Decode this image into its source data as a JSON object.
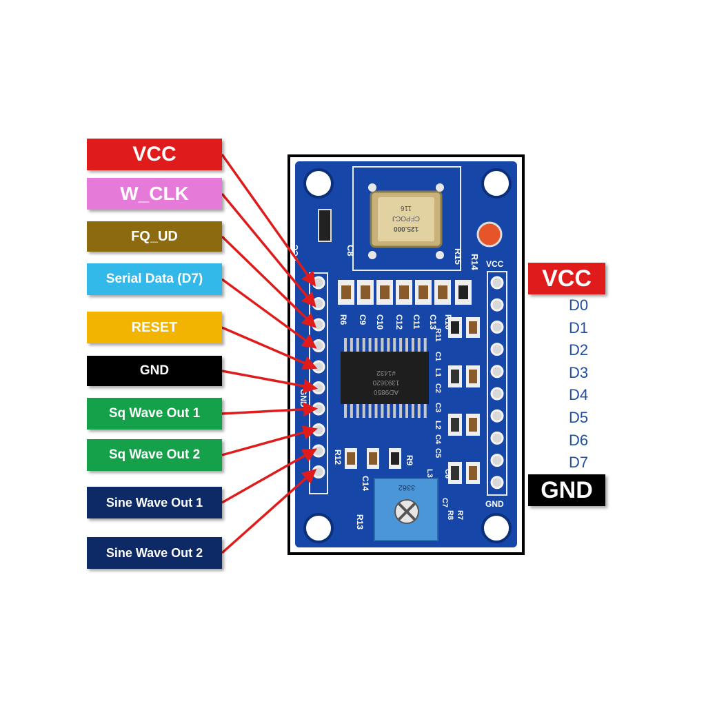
{
  "left_labels": [
    {
      "text": "VCC",
      "bg": "#e01b1b",
      "fg": "#ffffff"
    },
    {
      "text": "W_CLK",
      "bg": "#e67ad8",
      "fg": "#ffffff"
    },
    {
      "text": "FQ_UD",
      "bg": "#8c6a10",
      "fg": "#ffffff"
    },
    {
      "text": "Serial Data (D7)",
      "bg": "#33b8ea",
      "fg": "#ffffff"
    },
    {
      "text": "RESET",
      "bg": "#f2b400",
      "fg": "#ffffff"
    },
    {
      "text": "GND",
      "bg": "#000000",
      "fg": "#ffffff"
    },
    {
      "text": "Sq Wave Out 1",
      "bg": "#15a04a",
      "fg": "#ffffff"
    },
    {
      "text": "Sq Wave Out 2",
      "bg": "#15a04a",
      "fg": "#ffffff"
    },
    {
      "text": "Sine Wave Out 1",
      "bg": "#0d2a66",
      "fg": "#ffffff"
    },
    {
      "text": "Sine Wave Out 2",
      "bg": "#0d2a66",
      "fg": "#ffffff"
    }
  ],
  "right_header": {
    "text": "VCC",
    "bg": "#e01b1b"
  },
  "right_pins": [
    "D0",
    "D1",
    "D2",
    "D3",
    "D4",
    "D5",
    "D6",
    "D7"
  ],
  "right_footer": {
    "text": "GND",
    "bg": "#000000"
  },
  "board": {
    "color": "#1546a8",
    "chip_marking": [
      "AD9850",
      "1393620",
      "#1432"
    ],
    "crystal_marking": [
      "125.000",
      "CFPOCJ",
      "116"
    ],
    "pot_marking": "3362",
    "silkscreen": {
      "vcc_left": "VCC",
      "gnd_left": "GND",
      "vcc_right": "VCC",
      "gnd_right": "GND",
      "designators": [
        "C8",
        "R15",
        "R14",
        "R6",
        "C9",
        "C10",
        "C12",
        "C11",
        "C13",
        "R10",
        "R11",
        "C1",
        "L1",
        "C2",
        "C3",
        "L2",
        "C4",
        "C5",
        "C6",
        "L3",
        "C7",
        "R12",
        "C14",
        "R9",
        "R13",
        "R8",
        "R7"
      ]
    }
  },
  "colors": {
    "arrow": "#e01b1b",
    "pin_label": "#1f4ea0"
  }
}
